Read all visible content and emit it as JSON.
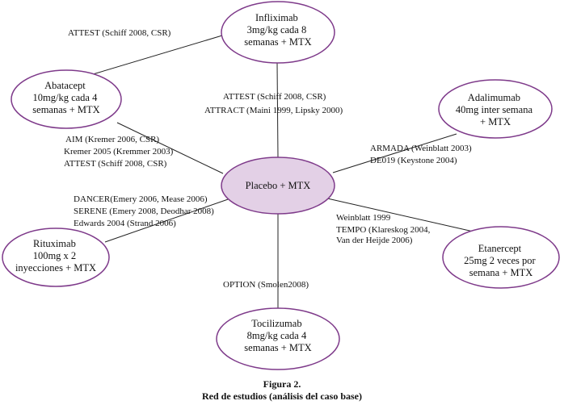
{
  "colors": {
    "node_stroke": "#7e3a8a",
    "center_fill": "#e3d0e6",
    "node_fill": "#ffffff",
    "edge": "#222222"
  },
  "nodes": [
    {
      "id": "infliximab",
      "lines": [
        "Infliximab",
        "3mg/kg cada 8",
        "semanas + MTX"
      ]
    },
    {
      "id": "abatacept",
      "lines": [
        "Abatacept",
        "10mg/kg cada 4",
        "semanas + MTX"
      ]
    },
    {
      "id": "adalimumab",
      "lines": [
        "Adalimumab",
        "40mg inter semana",
        "+ MTX"
      ]
    },
    {
      "id": "placebo",
      "lines": [
        "Placebo + MTX"
      ]
    },
    {
      "id": "rituximab",
      "lines": [
        "Rituximab",
        "100mg x 2",
        "inyecciones + MTX"
      ]
    },
    {
      "id": "etanercept",
      "lines": [
        "Etanercept",
        "25mg 2 veces por",
        "semana + MTX"
      ]
    },
    {
      "id": "tocilizumab",
      "lines": [
        "Tocilizumab",
        "8mg/kg cada 4",
        "semanas + MTX"
      ]
    }
  ],
  "edge_labels": {
    "infliximab_abatacept": [
      "ATTEST (Schiff 2008, CSR)"
    ],
    "infliximab_placebo": [
      "ATTEST (Schiff 2008, CSR)",
      "ATTRACT (Maini 1999, Lipsky 2000)"
    ],
    "abatacept_placebo": [
      "AIM (Kremer 2006, CSR)",
      "Kremer 2005 (Kremmer 2003)",
      "ATTEST (Schiff 2008, CSR)"
    ],
    "adalimumab_placebo": [
      "ARMADA (Weinblatt 2003)",
      "DE019 (Keystone 2004)"
    ],
    "rituximab_placebo": [
      "DANCER(Emery 2006, Mease 2006)",
      "SERENE (Emery 2008, Deodhar 2008)",
      "Edwards 2004 (Strand 2006)"
    ],
    "etanercept_placebo": [
      "Weinblatt 1999",
      "TEMPO (Klareskog 2004,",
      "Van der Heijde 2006)"
    ],
    "tocilizumab_placebo": [
      "OPTION (Smolen2008)"
    ]
  },
  "caption": {
    "figure": "Figura 2.",
    "title": "Red de estudios (análisis del caso base)"
  }
}
